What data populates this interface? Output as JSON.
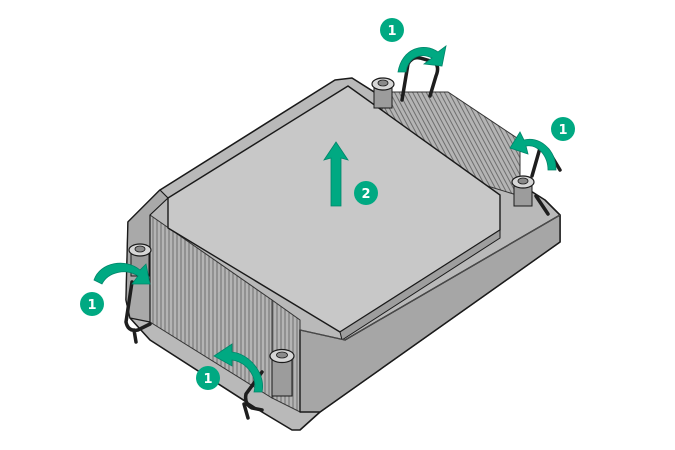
{
  "colors": {
    "accent": "#00a982",
    "accent_dark": "#01856a",
    "metal_top": "#c8c8c8",
    "metal_side": "#aaaaaa",
    "metal_dark": "#8d8d8d",
    "outline": "#1a1a1a"
  },
  "callouts": [
    {
      "id": "c1-top",
      "label": "1"
    },
    {
      "id": "c1-right",
      "label": "1"
    },
    {
      "id": "c1-left",
      "label": "1"
    },
    {
      "id": "c1-bottom",
      "label": "1"
    },
    {
      "id": "c2-lift",
      "label": "2"
    }
  ],
  "icons": {
    "rotate_arrow": "curved-arrow-icon",
    "lift_arrow": "up-arrow-icon",
    "screw": "captive-screw-icon",
    "latch": "anti-tilt-wire-icon"
  }
}
